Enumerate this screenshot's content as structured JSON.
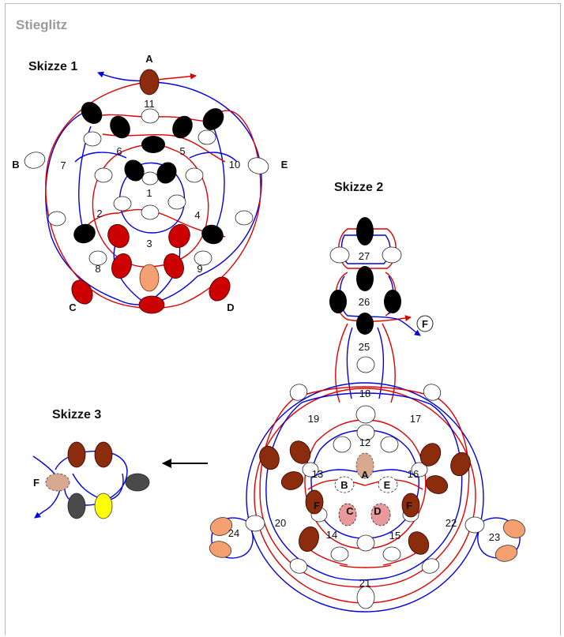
{
  "title": "Stieglitz",
  "captions": {
    "s1": "Skizze 1",
    "s2": "Skizze 2",
    "s3": "Skizze 3"
  },
  "sketch1": {
    "numbers": [
      "1",
      "2",
      "3",
      "4",
      "5",
      "6",
      "7",
      "8",
      "9",
      "10",
      "11"
    ],
    "letters": [
      "A",
      "B",
      "C",
      "D",
      "E"
    ]
  },
  "sketch2": {
    "numbers": [
      "12",
      "13",
      "14",
      "15",
      "16",
      "17",
      "18",
      "19",
      "20",
      "21",
      "22",
      "23",
      "24",
      "25",
      "26",
      "27"
    ],
    "letters": [
      "A",
      "B",
      "C",
      "D",
      "E",
      "F",
      "F",
      "F"
    ]
  },
  "sketch3": {
    "letters": [
      "F"
    ]
  },
  "colors": {
    "thread_red": "#e00000",
    "thread_blue": "#0000dd",
    "bead_black": "#000000",
    "bead_red": "#cc0000",
    "bead_brown": "#8b2c0c",
    "bead_peach": "#f4a070",
    "bead_pink": "#e89a9a",
    "bead_tan": "#d8a890",
    "bead_gray": "#4a4a4a",
    "bead_yellow": "#ffff00"
  }
}
